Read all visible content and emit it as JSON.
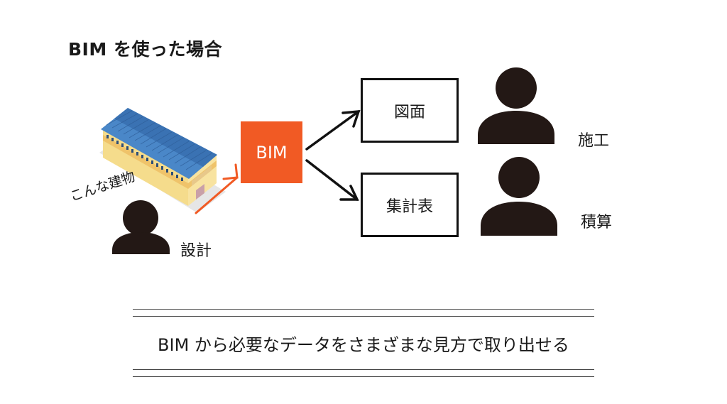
{
  "title": "BIM を使った場合",
  "building": {
    "caption": "こんな建物",
    "icon": "warehouse-building"
  },
  "bim_box": {
    "label": "BIM",
    "color": "#f15a24"
  },
  "outputs": [
    {
      "label": "図面"
    },
    {
      "label": "集計表"
    }
  ],
  "roles": {
    "design": "設計",
    "construction": "施工",
    "estimation": "積算"
  },
  "summary": "BIM から必要なデータをさまざまな見方で取り出せる",
  "colors": {
    "accent": "#f15a24",
    "person": "#231815",
    "roof": "#3f7fc1",
    "wall": "#f5dc8c"
  }
}
